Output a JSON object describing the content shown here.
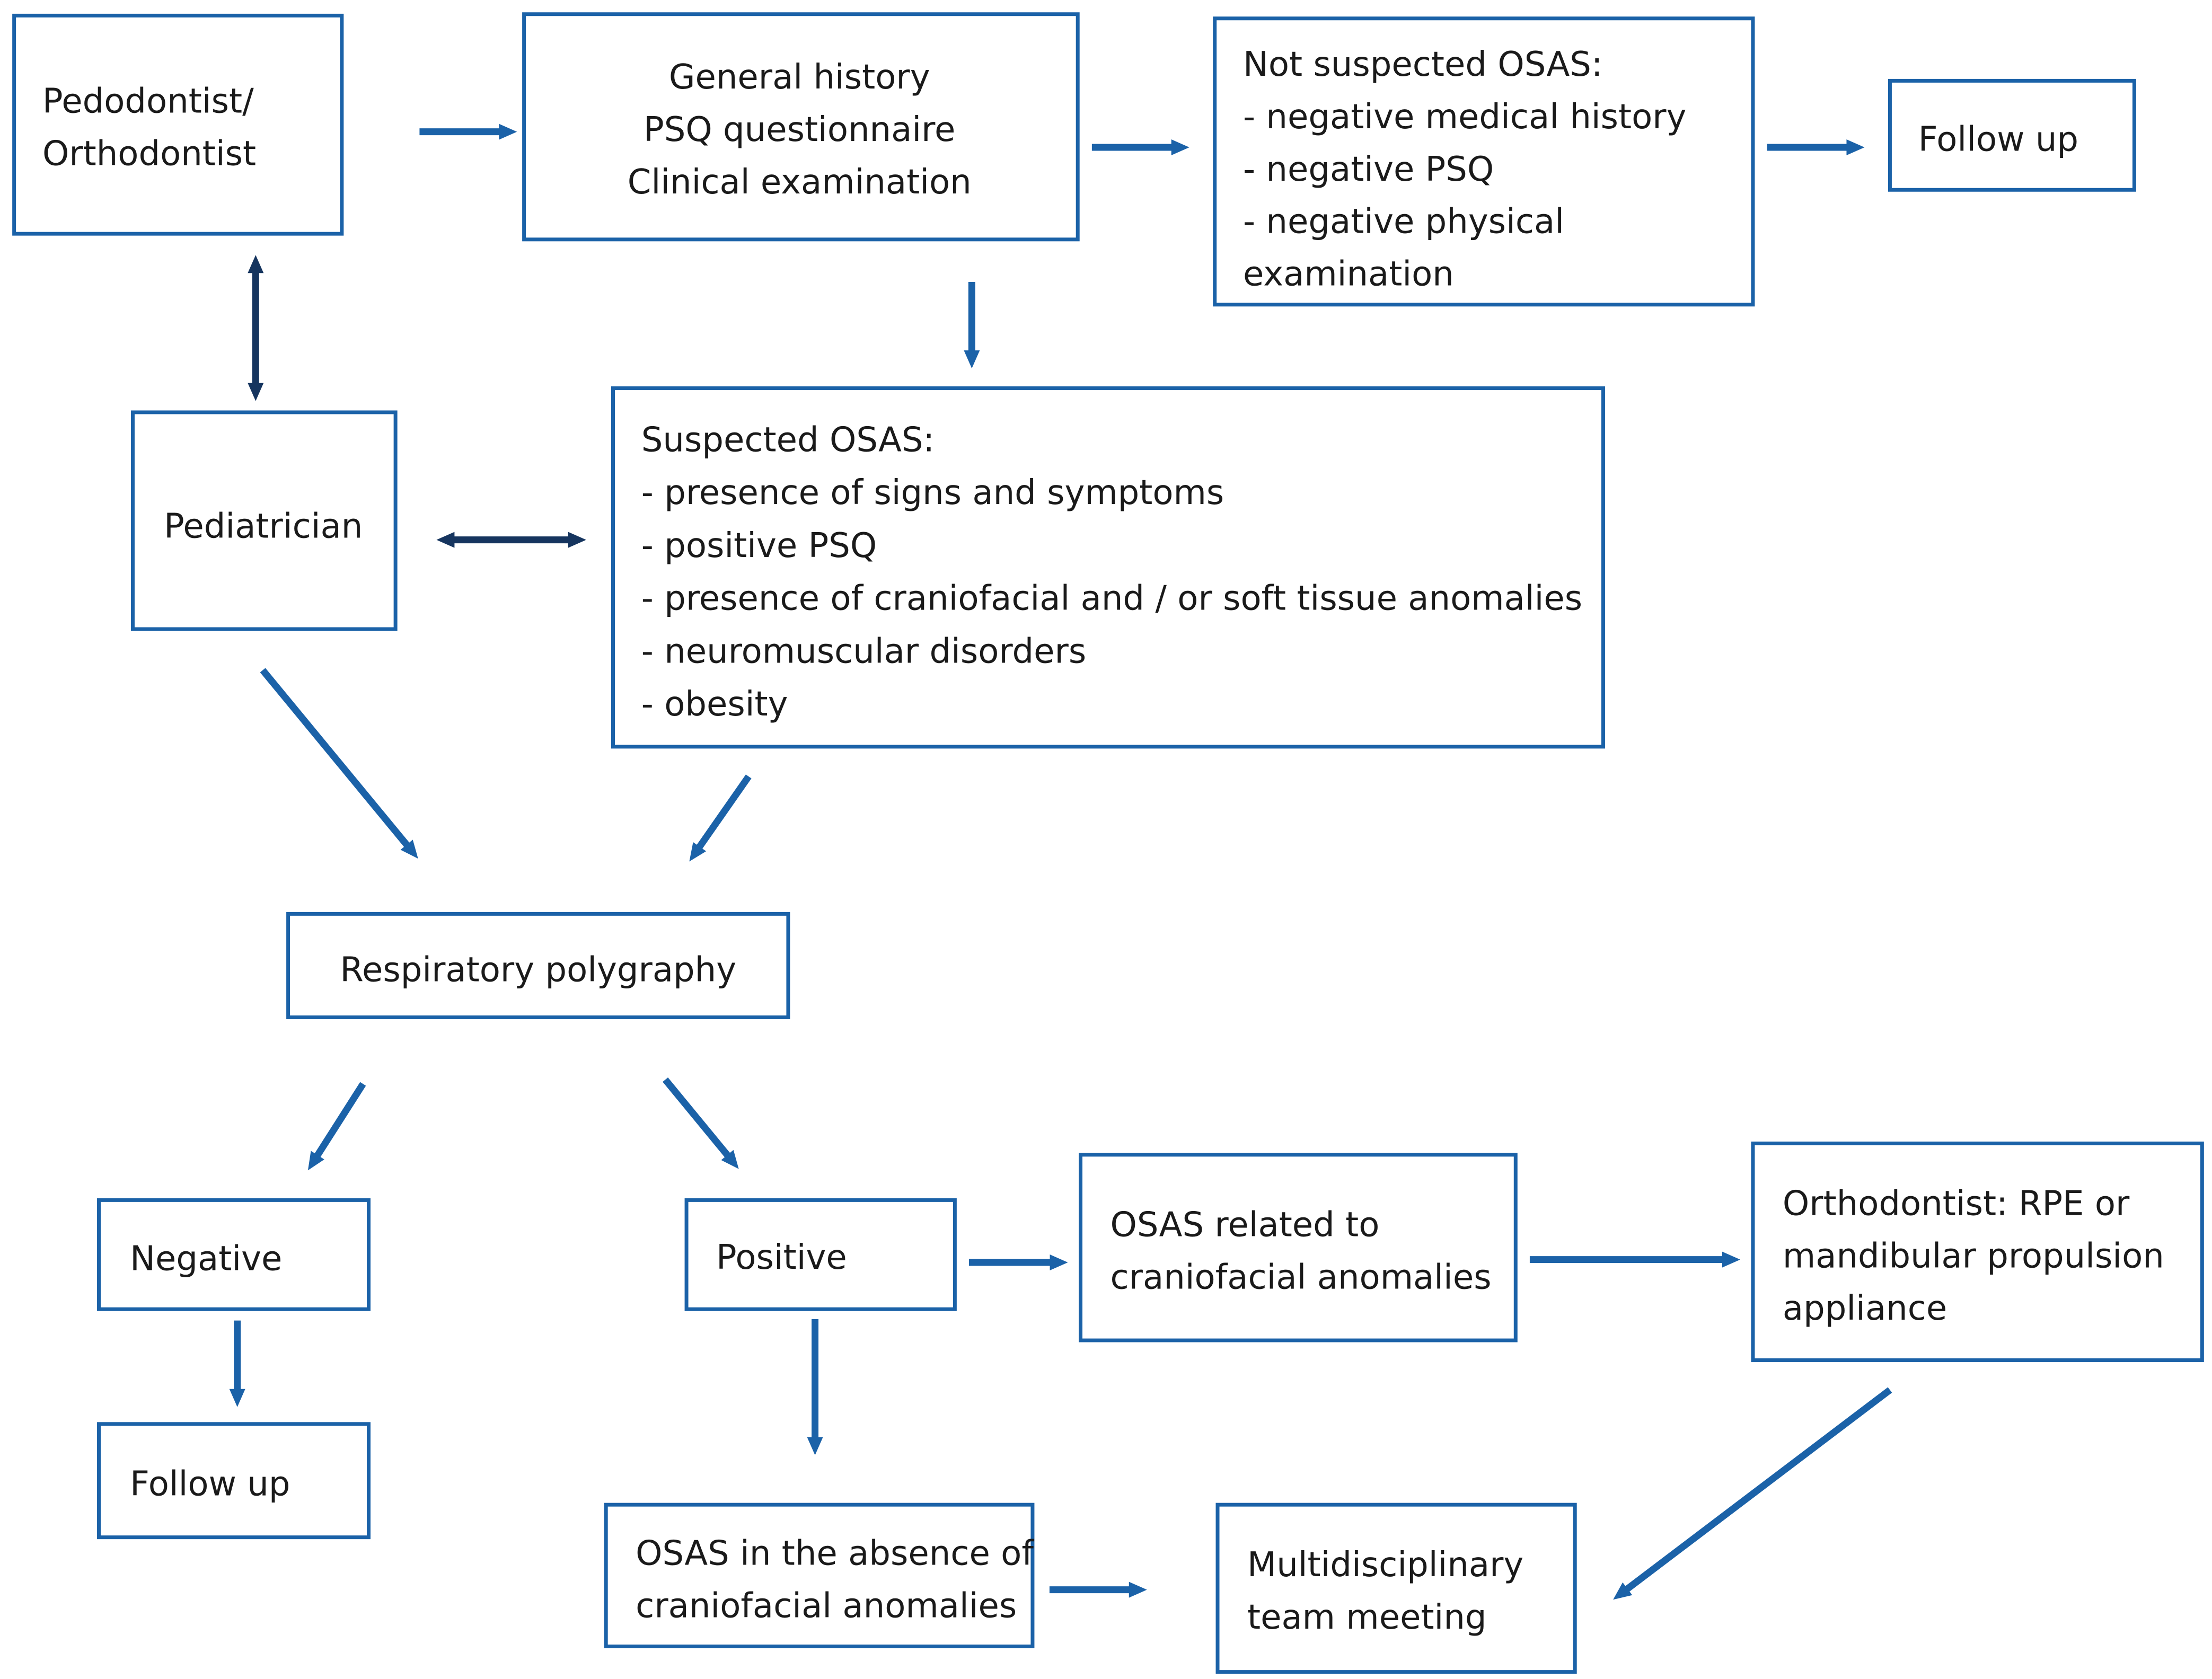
{
  "colors": {
    "box_border": "#1b62a8",
    "arrow": "#1b62a8",
    "arrow_dark": "#16355f",
    "text": "#1a1a1a",
    "background": "#ffffff"
  },
  "nodes": {
    "pedodontist": {
      "lines": [
        "Pedodontist/",
        "Orthodontist"
      ]
    },
    "general_history": {
      "lines": [
        "General history",
        "PSQ questionnaire",
        "Clinical examination"
      ]
    },
    "not_suspected": {
      "lines": [
        "Not suspected OSAS:",
        "- negative medical history",
        "- negative PSQ",
        "- negative physical",
        "examination"
      ]
    },
    "follow_up_top": {
      "lines": [
        "Follow up"
      ]
    },
    "pediatrician": {
      "lines": [
        "Pediatrician"
      ]
    },
    "suspected": {
      "lines": [
        "Suspected OSAS:",
        "- presence of signs and symptoms",
        "- positive PSQ",
        "- presence of craniofacial and / or soft tissue anomalies",
        "- neuromuscular disorders",
        "- obesity"
      ]
    },
    "polygraphy": {
      "lines": [
        "Respiratory polygraphy"
      ]
    },
    "negative": {
      "lines": [
        "Negative"
      ]
    },
    "positive": {
      "lines": [
        "Positive"
      ]
    },
    "follow_up_bottom": {
      "lines": [
        "Follow up"
      ]
    },
    "osas_craniofacial": {
      "lines": [
        "OSAS related to",
        "craniofacial anomalies"
      ]
    },
    "orthodontist_rpe": {
      "lines": [
        "Orthodontist: RPE or",
        "mandibular propulsion",
        "appliance"
      ]
    },
    "osas_absence": {
      "lines": [
        "OSAS in the absence of",
        "craniofacial anomalies"
      ]
    },
    "multidisciplinary": {
      "lines": [
        "Multidisciplinary",
        "team meeting"
      ]
    }
  },
  "edges": [
    {
      "from": "pedodontist",
      "to": "general_history"
    },
    {
      "from": "general_history",
      "to": "not_suspected"
    },
    {
      "from": "not_suspected",
      "to": "follow_up_top"
    },
    {
      "from": "general_history",
      "to": "suspected"
    },
    {
      "from": "pedodontist",
      "to": "pediatrician",
      "bidirectional": true
    },
    {
      "from": "pediatrician",
      "to": "suspected",
      "bidirectional": true
    },
    {
      "from": "pediatrician",
      "to": "polygraphy"
    },
    {
      "from": "suspected",
      "to": "polygraphy"
    },
    {
      "from": "polygraphy",
      "to": "negative"
    },
    {
      "from": "polygraphy",
      "to": "positive"
    },
    {
      "from": "negative",
      "to": "follow_up_bottom"
    },
    {
      "from": "positive",
      "to": "osas_craniofacial"
    },
    {
      "from": "osas_craniofacial",
      "to": "orthodontist_rpe"
    },
    {
      "from": "positive",
      "to": "osas_absence"
    },
    {
      "from": "osas_absence",
      "to": "multidisciplinary"
    },
    {
      "from": "orthodontist_rpe",
      "to": "multidisciplinary"
    }
  ]
}
